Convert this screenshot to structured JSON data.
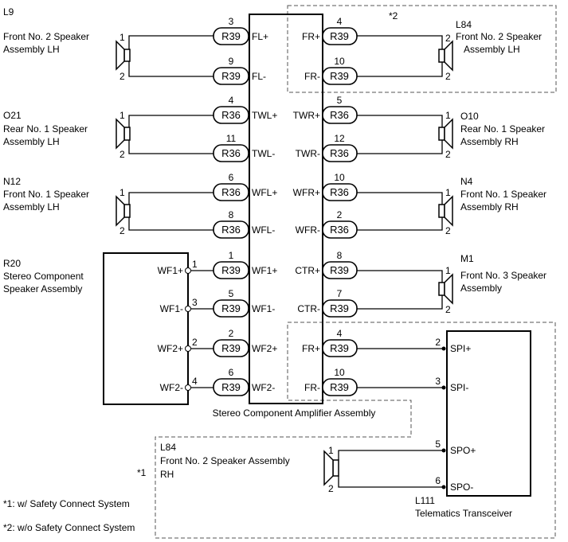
{
  "amplifier": {
    "label": "Stereo Component Amplifier Assembly",
    "left_terminals": [
      {
        "pin": "3",
        "connector": "R39",
        "signal": "FL+"
      },
      {
        "pin": "9",
        "connector": "R39",
        "signal": "FL-"
      },
      {
        "pin": "4",
        "connector": "R36",
        "signal": "TWL+"
      },
      {
        "pin": "11",
        "connector": "R36",
        "signal": "TWL-"
      },
      {
        "pin": "6",
        "connector": "R36",
        "signal": "WFL+"
      },
      {
        "pin": "8",
        "connector": "R36",
        "signal": "WFL-"
      },
      {
        "pin": "1",
        "connector": "R39",
        "signal": "WF1+"
      },
      {
        "pin": "5",
        "connector": "R39",
        "signal": "WF1-"
      },
      {
        "pin": "2",
        "connector": "R39",
        "signal": "WF2+"
      },
      {
        "pin": "6",
        "connector": "R39",
        "signal": "WF2-"
      }
    ],
    "right_terminals": [
      {
        "pin": "4",
        "connector": "R39",
        "signal": "FR+"
      },
      {
        "pin": "10",
        "connector": "R39",
        "signal": "FR-"
      },
      {
        "pin": "5",
        "connector": "R36",
        "signal": "TWR+"
      },
      {
        "pin": "12",
        "connector": "R36",
        "signal": "TWR-"
      },
      {
        "pin": "10",
        "connector": "R36",
        "signal": "WFR+"
      },
      {
        "pin": "2",
        "connector": "R36",
        "signal": "WFR-"
      },
      {
        "pin": "8",
        "connector": "R39",
        "signal": "CTR+"
      },
      {
        "pin": "7",
        "connector": "R39",
        "signal": "CTR-"
      },
      {
        "pin": "4",
        "connector": "R39",
        "signal": "FR+"
      },
      {
        "pin": "10",
        "connector": "R39",
        "signal": "FR-"
      }
    ]
  },
  "left_speakers": [
    {
      "id": "L9",
      "name": [
        "Front No. 2 Speaker",
        "Assembly LH"
      ],
      "pin_pos": "1",
      "pin_neg": "2"
    },
    {
      "id": "O21",
      "name": [
        "Rear No. 1 Speaker",
        "Assembly LH"
      ],
      "pin_pos": "1",
      "pin_neg": "2"
    },
    {
      "id": "N12",
      "name": [
        "Front No. 1 Speaker",
        "Assembly LH"
      ],
      "pin_pos": "1",
      "pin_neg": "2"
    }
  ],
  "right_speakers": [
    {
      "id": "L84",
      "name": [
        "Front No. 2 Speaker",
        "Assembly LH"
      ],
      "pin_pos": "2",
      "pin_neg": "2"
    },
    {
      "id": "O10",
      "name": [
        "Rear No. 1 Speaker",
        "Assembly RH"
      ],
      "pin_pos": "1",
      "pin_neg": "2"
    },
    {
      "id": "N4",
      "name": [
        "Front No. 1 Speaker",
        "Assembly RH"
      ],
      "pin_pos": "1",
      "pin_neg": "2"
    },
    {
      "id": "M1",
      "name": [
        "Front No. 3 Speaker",
        "Assembly"
      ],
      "pin_pos": "1",
      "pin_neg": "2"
    }
  ],
  "component": {
    "id": "R20",
    "name": [
      "Stereo Component",
      "Speaker Assembly"
    ],
    "terminals": [
      {
        "label": "WF1+",
        "pin": "1"
      },
      {
        "label": "WF1-",
        "pin": "3"
      },
      {
        "label": "WF2+",
        "pin": "2"
      },
      {
        "label": "WF2-",
        "pin": "4"
      }
    ]
  },
  "telematics": {
    "id": "L111",
    "name": "Telematics Transceiver",
    "terminals": [
      {
        "label": "SPI+",
        "pin": "2"
      },
      {
        "label": "SPI-",
        "pin": "3"
      },
      {
        "label": "SPO+",
        "pin": "5"
      },
      {
        "label": "SPO-",
        "pin": "6"
      }
    ]
  },
  "bottom_speaker": {
    "id": "L84",
    "name": [
      "Front No. 2 Speaker Assembly",
      "RH"
    ],
    "pin_pos": "1",
    "pin_neg": "2"
  },
  "markers": {
    "star1": "*1",
    "star2": "*2"
  },
  "notes": [
    "*1: w/ Safety Connect System",
    "*2: w/o Safety Connect System"
  ]
}
